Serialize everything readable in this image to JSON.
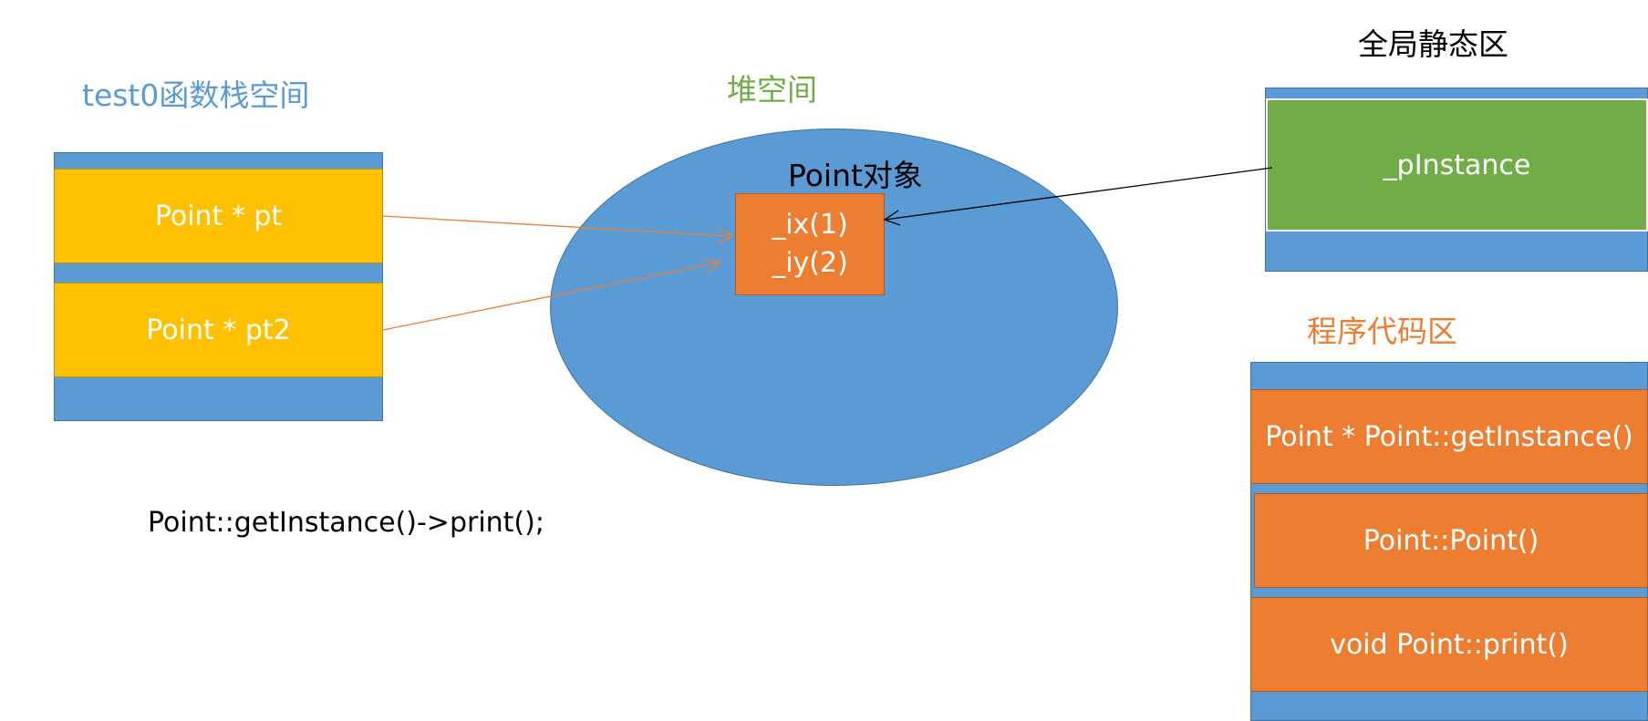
{
  "stack": {
    "title": "test0函数栈空间",
    "var1": "Point * pt",
    "var2": "Point * pt2"
  },
  "heap": {
    "title": "堆空间",
    "object_label": "Point对象",
    "member_x": "_ix(1)",
    "member_y": "_iy(2)"
  },
  "static_area": {
    "title": "全局静态区",
    "var": "_pInstance"
  },
  "code_area": {
    "title": "程序代码区",
    "func1": "Point * Point::getInstance()",
    "func2": "Point::Point()",
    "func3": "void Point::print()"
  },
  "call_expression": "Point::getInstance()->print();",
  "colors": {
    "frame_blue": "#5b9bd5",
    "stack_yellow": "#ffc000",
    "static_green": "#70ad47",
    "code_orange": "#ed7d31",
    "pointer_arrow_orange": "#ed7d31",
    "static_pointer_arrow": "#000000"
  }
}
